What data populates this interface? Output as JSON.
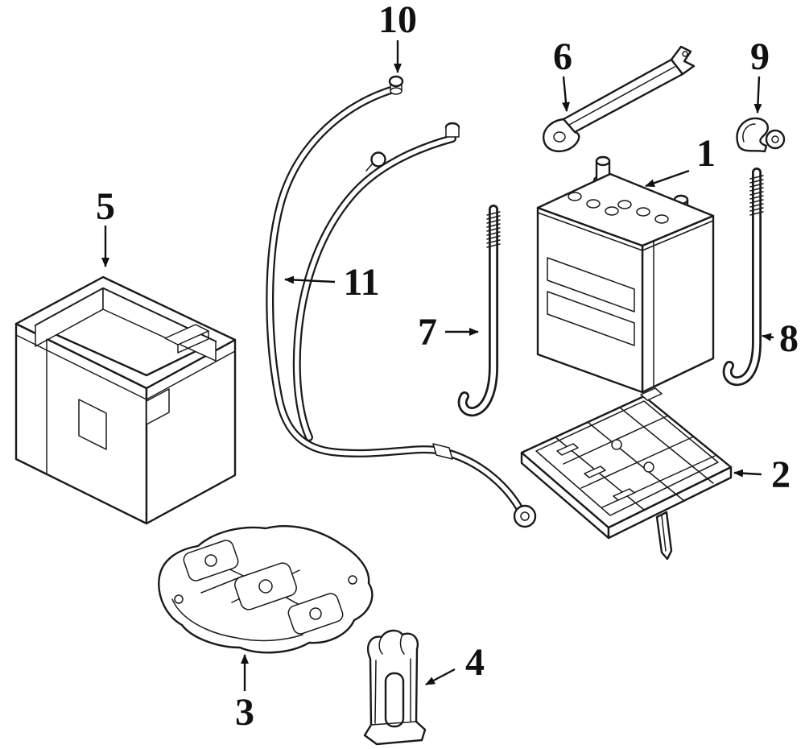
{
  "style": {
    "background": "#ffffff",
    "line_color": "#1a1a1a",
    "text_color": "#111111"
  },
  "callouts": [
    {
      "label": "1",
      "part": "battery"
    },
    {
      "label": "2",
      "part": "battery-tray"
    },
    {
      "label": "3",
      "part": "tray-support-plate"
    },
    {
      "label": "4",
      "part": "support-bracket"
    },
    {
      "label": "5",
      "part": "battery-box"
    },
    {
      "label": "6",
      "part": "hold-down-clamp"
    },
    {
      "label": "7",
      "part": "j-bolt-front"
    },
    {
      "label": "8",
      "part": "j-bolt-rear"
    },
    {
      "label": "9",
      "part": "clamp-retainer"
    },
    {
      "label": "10",
      "part": "cable-end-bolt"
    },
    {
      "label": "11",
      "part": "battery-cable"
    }
  ]
}
